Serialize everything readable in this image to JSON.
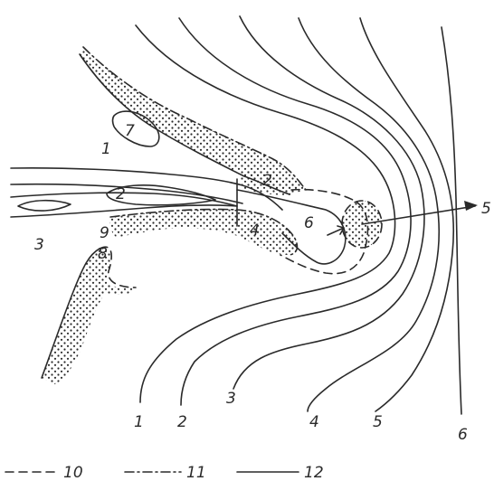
{
  "labels": {
    "n1a": "1",
    "n1b": "1",
    "n2a": "2",
    "n2b": "2",
    "n2c": "2",
    "n3a": "3",
    "n3b": "3",
    "n4a": "4",
    "n4b": "4",
    "n5a": "5",
    "n5b": "5",
    "n6a": "6",
    "n6b": "6",
    "n7": "7",
    "n8": "8",
    "n9": "9"
  },
  "legend": {
    "dashed": "10",
    "dash_dot": "11",
    "solid": "12"
  },
  "colors": {
    "ink": "#2a2a2a",
    "background": "#ffffff"
  }
}
